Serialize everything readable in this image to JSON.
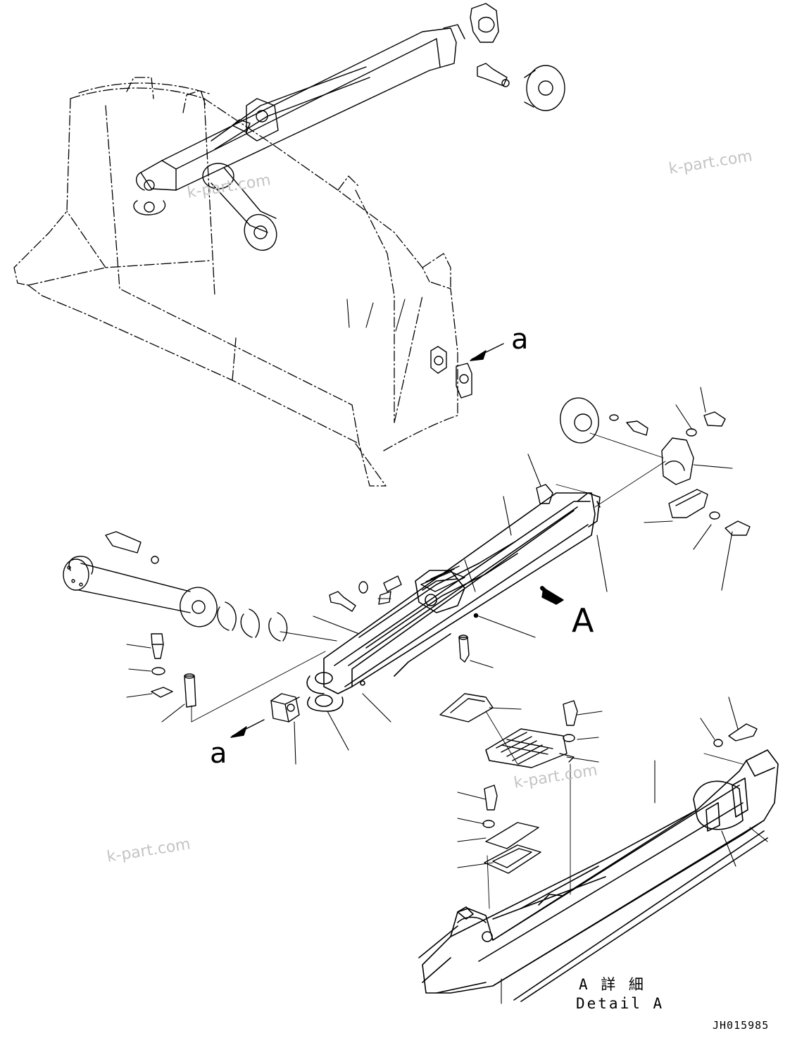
{
  "watermark": "k-part.com",
  "view_marker_upper": "a",
  "view_marker_lower": "a",
  "view_arrow_label": "A",
  "detail_title_jp": "A 詳 細",
  "detail_title_en": "Detail A",
  "drawing_code": "JH015985"
}
